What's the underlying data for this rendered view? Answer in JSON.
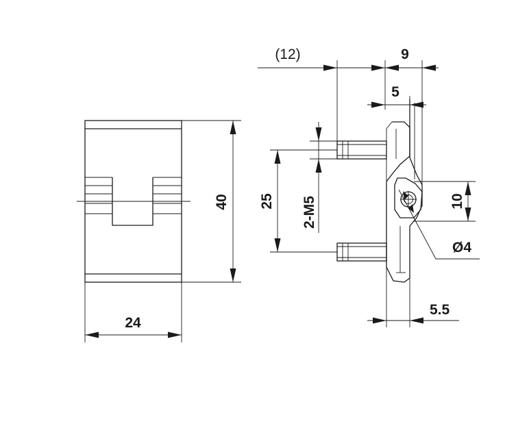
{
  "front_view": {
    "width_label": "24",
    "height_label": "40"
  },
  "side_view": {
    "total_depth_label": "(12)",
    "offset_9_label": "9",
    "offset_5_label": "5",
    "screw_spacing_label": "25",
    "screw_spec_label": "2-M5",
    "hinge_height_label": "10",
    "pin_diameter_label": "Ø4",
    "base_offset_label": "5.5"
  }
}
